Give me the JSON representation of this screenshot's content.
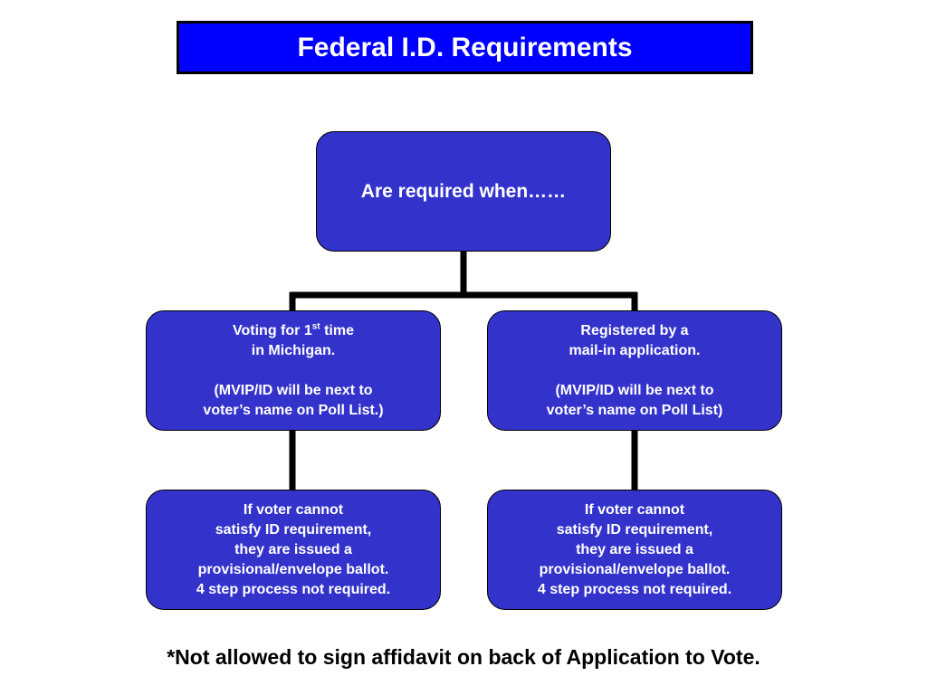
{
  "title": "Federal I.D. Requirements",
  "root": {
    "label": "Are required when……"
  },
  "mid_left": {
    "line1_pre": "Voting for 1",
    "line1_sup": "st",
    "line1_post": " time",
    "line2": "in Michigan.",
    "line3": "(MVIP/ID will be next to",
    "line4": "voter’s name  on Poll List.)"
  },
  "mid_right": {
    "line1": "Registered by a",
    "line2": "mail-in application.",
    "line3": "(MVIP/ID will be next to",
    "line4": "voter’s name on Poll List)"
  },
  "bottom_left": {
    "line1": "If voter cannot",
    "line2": "satisfy ID requirement,",
    "line3": "they are issued a",
    "line4": "provisional/envelope ballot.",
    "line5": "4 step process not required."
  },
  "bottom_right": {
    "line1": "If voter cannot",
    "line2": "satisfy ID requirement,",
    "line3": "they are issued a",
    "line4": "provisional/envelope ballot.",
    "line5": "4 step process not required."
  },
  "footnote": "*Not allowed to sign affidavit on back of Application to Vote.",
  "colors": {
    "title_bg": "#0000ff",
    "node_bg": "#3333cc",
    "text": "#ffffff",
    "connector": "#000000"
  }
}
